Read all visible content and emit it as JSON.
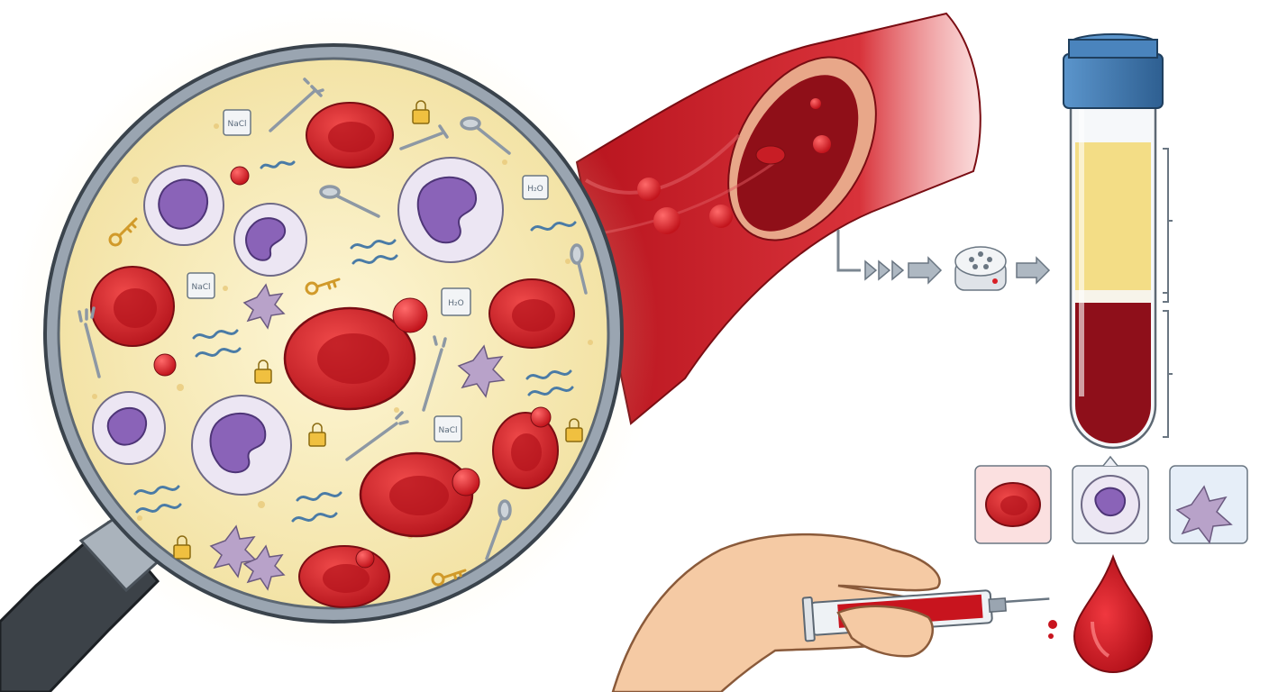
{
  "labels": {
    "salt_1": "NaCl",
    "salt_2": "NaCl",
    "salt_3": "H₂O",
    "salt_4": "H₂O",
    "salt_5": "NaCl"
  },
  "colors": {
    "plasma": "#f7e7a8",
    "rbc": "#d81f26",
    "rbc_dark": "#a3121a",
    "wbc_nucleus": "#8a63b8",
    "wbc_cytoplasm": "#ece6f3",
    "platelet": "#b8a2c9",
    "vessel": "#c9202a",
    "vessel_wall": "#e8a789",
    "tube_cap": "#3f78b0",
    "tube_plasma": "#f3dd86",
    "tube_blood": "#8e0f1a",
    "lens_rim": "#7b8794",
    "handle": "#3c4248",
    "skin": "#f5caa4"
  },
  "icons": [
    "magnifying-glass-icon",
    "red-blood-cell-icon",
    "white-blood-cell-icon",
    "platelet-icon",
    "blood-drop-icon",
    "syringe-icon",
    "test-tube-icon",
    "centrifuge-icon",
    "lock-icon",
    "key-icon",
    "fork-icon",
    "spoon-icon",
    "sugar-cube-icon",
    "protein-strand-icon",
    "arrow-right-icon"
  ]
}
